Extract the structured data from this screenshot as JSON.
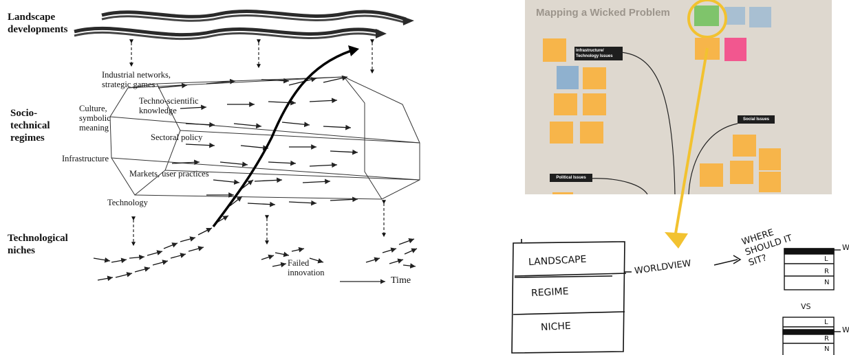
{
  "diagram": {
    "levels": {
      "landscape": [
        "Landscape",
        "developments"
      ],
      "regimes": [
        "Socio-",
        "technical",
        "regimes"
      ],
      "niches": [
        "Technological",
        "niches"
      ]
    },
    "labels": {
      "industrial": [
        "Industrial networks,",
        "strategic games"
      ],
      "techno": [
        "Techno-scientific",
        "knowledge"
      ],
      "culture": [
        "Culture,",
        "symbolic",
        "meaning"
      ],
      "sectoral": "Sectoral policy",
      "infrastructure": "Infrastructure",
      "markets": "Markets, user practices",
      "technology": "Technology",
      "failed": [
        "Failed",
        "innovation"
      ],
      "time": "Time"
    }
  },
  "photo": {
    "title": "Mapping a Wicked Problem",
    "headers": {
      "infra": [
        "Infrastructure/",
        "Technology Issues"
      ],
      "social": "Social Issues",
      "political": "Political Issues"
    },
    "colors": {
      "orange_note": "#f7b54a",
      "blue_note": "#8fb1cf",
      "green_note": "#7fc46b",
      "pink_note": "#f2578f",
      "highlight": "#f2c230"
    }
  },
  "sketch": {
    "rows": [
      "LANDSCAPE",
      "REGIME",
      "NICHE"
    ],
    "worldview": "WORLDVIEW",
    "question": [
      "WHERE",
      "SHOULD IT",
      "SIT?"
    ],
    "vs": "VS",
    "mini_top": [
      "W",
      "L",
      "R",
      "N"
    ],
    "mini_bottom": [
      "L",
      "W",
      "R",
      "N"
    ]
  }
}
